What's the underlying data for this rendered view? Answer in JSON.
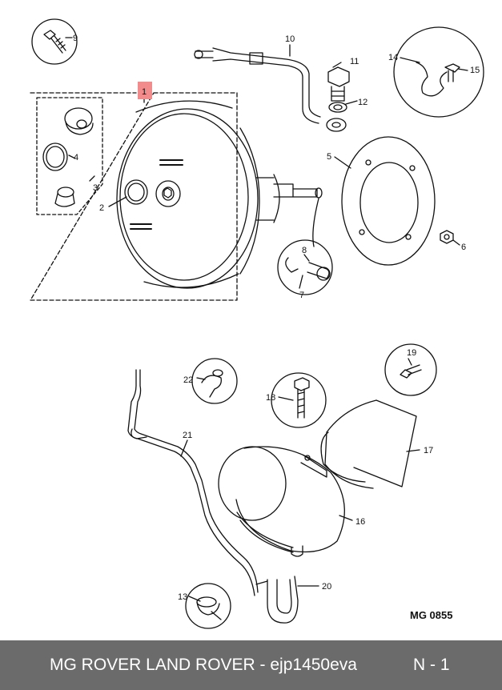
{
  "diagram": {
    "callouts": {
      "c1": "1",
      "c2": "2",
      "c3": "3",
      "c4": "4",
      "c5": "5",
      "c6": "6",
      "c7": "7",
      "c8": "8",
      "c9": "9",
      "c10": "10",
      "c11": "11",
      "c12": "12",
      "c13": "13",
      "c14": "14",
      "c15": "15",
      "c16": "16",
      "c17": "17",
      "c18": "18",
      "c19": "19",
      "c20": "20",
      "c21": "21",
      "c22": "22"
    },
    "highlight_color": "#f28b8b",
    "reference": "MG 0855"
  },
  "footer": {
    "title": "MG ROVER LAND ROVER - ejp1450eva",
    "code": "N - 1",
    "background": "#6b6b6b"
  }
}
